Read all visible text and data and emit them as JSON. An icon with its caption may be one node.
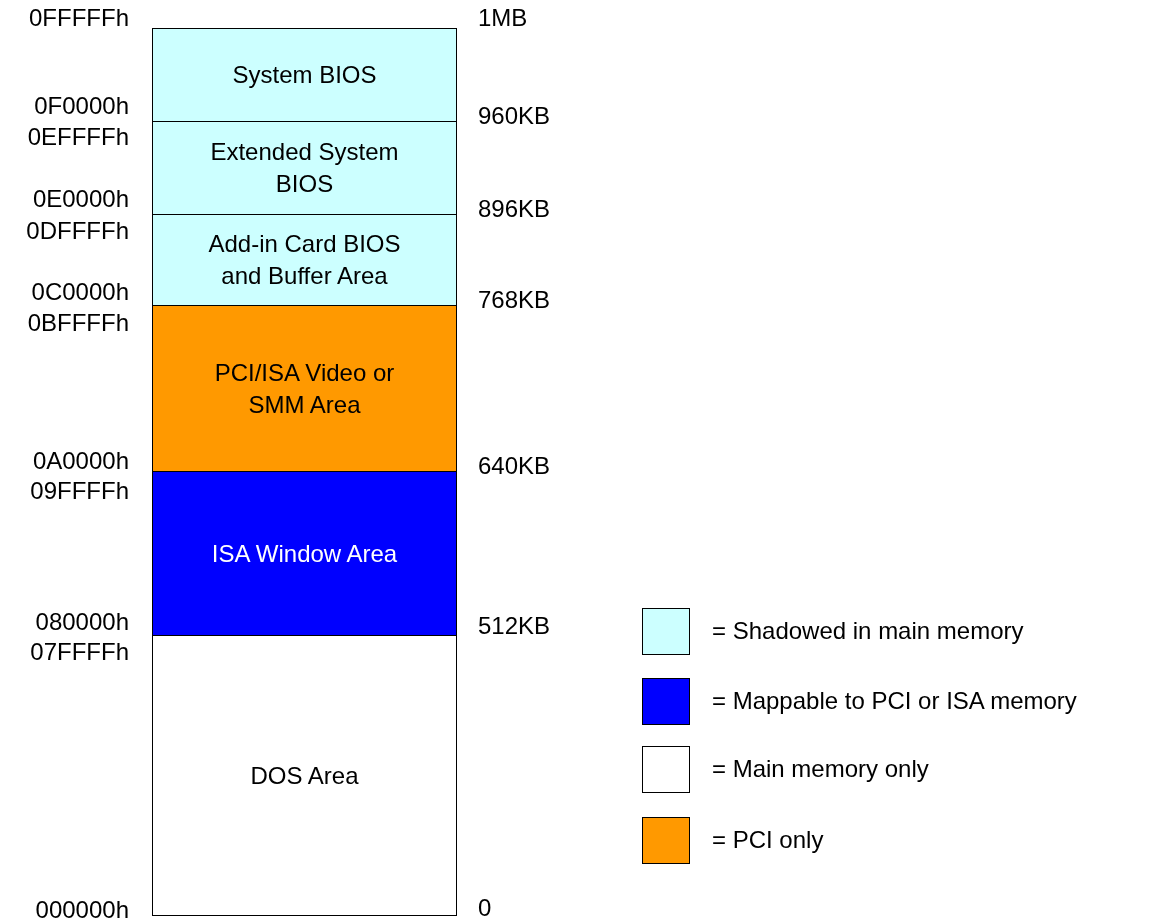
{
  "diagram": {
    "nodes": [
      {
        "text": [
          "System BIOS"
        ]
      },
      {
        "text": [
          "Extended System BIOS"
        ]
      },
      {
        "text": [
          "Add-in Card BIOS and Buffer Area"
        ]
      },
      {
        "text": [
          "PCI/ISA Video or SMM Area"
        ]
      },
      {
        "text": [
          "ISA Window Area"
        ]
      },
      {
        "text": [
          "DOS Area"
        ]
      }
    ],
    "edges": [],
    "labels": [
      "0FFFFFh",
      "1MB",
      "0F0000h",
      "960KB",
      "0EFFFFh",
      "0E0000h",
      "896KB",
      "0DFFFFh",
      "0C0000h",
      "768KB",
      "0BFFFFh",
      "0A0000h",
      "640KB",
      "09FFFFh",
      "080000h",
      "512KB",
      "07FFFFh",
      "000000h",
      "0"
    ],
    "legend": [
      {
        "text": "= Shadowed in main memory",
        "color": "#ccffff"
      },
      {
        "text": "= Mappable to PCI or ISA memory",
        "color": "#0000ff"
      },
      {
        "text": "= Main memory only",
        "color": "#ffffff"
      },
      {
        "text": "= PCI only",
        "color": "#ff9900"
      }
    ]
  }
}
